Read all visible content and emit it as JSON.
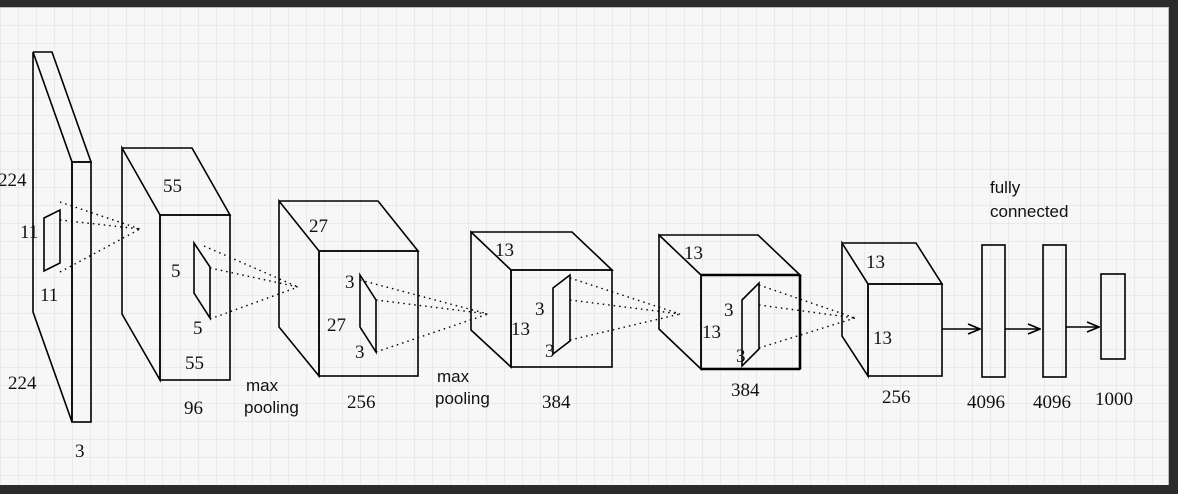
{
  "labels": {
    "in_h": "224",
    "in_w": "224",
    "in_d": "3",
    "k1_h": "11",
    "k1_w": "11",
    "c1_top": "55",
    "c1_side": "55",
    "c1_d": "96",
    "k2_a": "5",
    "k2_b": "5",
    "pool1_a": "max",
    "pool1_b": "pooling",
    "c2_top": "27",
    "c2_side": "27",
    "c2_d": "256",
    "k3_a": "3",
    "k3_b": "3",
    "pool2_a": "max",
    "pool2_b": "pooling",
    "c3_top": "13",
    "c3_side": "13",
    "c3_d": "384",
    "k4_a": "3",
    "k4_b": "3",
    "c4_top": "13",
    "c4_side": "13",
    "c4_d": "384",
    "k5_a": "3",
    "k5_b": "3",
    "c5_top": "13",
    "c5_side": "13",
    "c5_d": "256",
    "fc_title_a": "fully",
    "fc_title_b": "connected",
    "fc1": "4096",
    "fc2": "4096",
    "fc3": "1000"
  },
  "colors": {
    "frame": "#2b2b2b",
    "paper": "#f7f7f7",
    "grid": "#dedede",
    "ink": "#000000"
  }
}
